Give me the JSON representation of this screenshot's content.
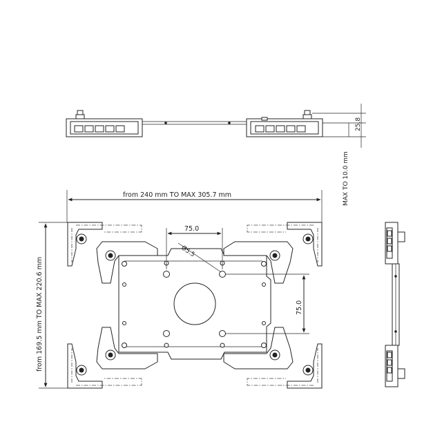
{
  "dimensions": {
    "width_range": "from 240 mm TO MAX 305.7 mm",
    "height_range": "from 169.5 mm TO MAX 220.6 mm",
    "hole_spacing_horizontal": "75.0",
    "hole_spacing_vertical": "75.0",
    "hole_diameter": "Ø5.5",
    "thickness": "25.8",
    "max_offset": "MAX TO 10.0 mm"
  }
}
